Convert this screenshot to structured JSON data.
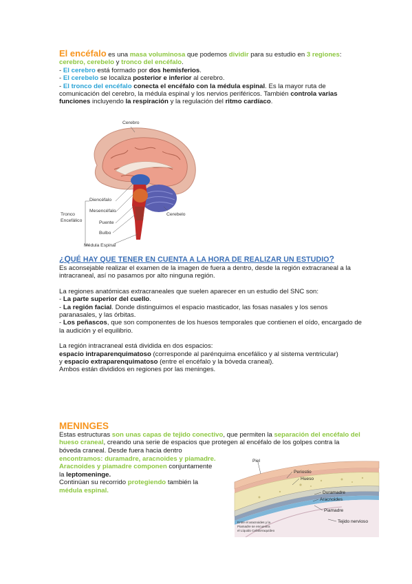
{
  "intro": {
    "title": "El encéfalo",
    "t1": " es una ",
    "masa": "masa voluminosa",
    "t2": " que podemos ",
    "dividir": "dividir",
    "t3": " para su estudio en ",
    "regiones": "3 regiones",
    "t4": ":",
    "list": "cerebro, cerebelo",
    "y": " y ",
    "tronco": "tronco del encéfalo",
    "dot": ".",
    "l1_dash": "- ",
    "l1_a": "El cerebro",
    "l1_b": " está formado por ",
    "l1_c": "dos hemisferios",
    "l1_d": ".",
    "l2_dash": "- ",
    "l2_a": "El cerebelo",
    "l2_b": " se localiza ",
    "l2_c": "posterior e inferior",
    "l2_d": " al cerebro.",
    "l3_dash": "- ",
    "l3_a": "El tronco del encéfalo",
    "l3_b": " ",
    "l3_c": "conecta el encéfalo con la médula espinal",
    "l3_d": ". Es la mayor ruta de comunicación del cerebro, la médula espinal y los nervios periféricos. También ",
    "l3_e": "controla varias funciones",
    "l3_f": " incluyendo ",
    "l3_g": "la respiración",
    "l3_h": " y la regulación del ",
    "l3_i": "ritmo cardíaco",
    "l3_j": "."
  },
  "brain_figure": {
    "labels": {
      "cerebro": "Cerebro",
      "diencefalo": "Diencéfalo",
      "mesencefalo": "Mesencéfalo",
      "puente": "Puente",
      "bulbo": "Bulbo",
      "medula": "Médula Espinal",
      "cerebelo": "Cerebelo",
      "tronco_1": "Tronco",
      "tronco_2": "Encefálico"
    }
  },
  "study": {
    "title_q": "¿",
    "title_a": "Q",
    "title_b": "UÉ HAY QUE TENER EN CUENTA A LA HORA DE REALIZAR UN ESTUDIO",
    "title_c": "?",
    "p1": "Es aconsejable realizar el examen de la imagen de fuera a dentro, desde la región extracraneal a la intracraneal, así no pasamos por alto ninguna región.",
    "p2": "La regiones anatómicas extracraneales que suelen aparecer en un estudio del SNC son:",
    "i1_dash": "- ",
    "i1_b": "La parte superior del cuello",
    "i1_e": ".",
    "i2_dash": "- ",
    "i2_b": "La región facial",
    "i2_e": ". Donde distinguimos el espacio masticador, las fosas nasales y los senos paranasales, y las órbitas.",
    "i3_dash": "- ",
    "i3_b": "Los peñascos",
    "i3_e": ", que son componentes de los huesos temporales que contienen el oído, encargado de la audición y el equilibrio.",
    "p3": "La región intracraneal está dividida en dos espacios:",
    "e1_b": "espacio intraparenquimatoso",
    "e1_e": " (corresponde al parénquima encefálico y al sistema ventricular)",
    "e2_a": "y ",
    "e2_b": "espacio extraparenquimatoso",
    "e2_e": " (entre el encéfalo y la bóveda craneal).",
    "p4": "Ambos están divididos en regiones por las meninges."
  },
  "meninges": {
    "title": "MENINGES",
    "a1": "Estas estructuras ",
    "a2": "son unas capas de tejido conectivo",
    "a3": ", que permiten la ",
    "a4": "separación del encéfalo del hueso craneal",
    "a5": ", creando una serie de espacios que protegen al encéfalo de los golpes contra la bóveda craneal. Desde fuera hacia dentro",
    "b1": "encontramos: duramadre, aracnoides y piamadre.",
    "c1": "Aracnoides y piamadre componen",
    "c2": " conjuntamente",
    "d1": "la ",
    "d2": "leptomeninge.",
    "e1": "Continúan su recorrido ",
    "e2": "protegiendo",
    "e3": " también la",
    "f1": "médula espinal."
  },
  "meninges_figure": {
    "labels": {
      "piel": "Piel",
      "periostio": "Periostio",
      "hueso": "Hueso",
      "duramadre": "Duramadre",
      "aracnoides": "Aracnoides",
      "piamadre": "Piamadre",
      "tejido": "Tejido nervioso"
    },
    "caption_1": "Entre el aracnoides y la",
    "caption_2": "Piamadre se encuentra",
    "caption_3": "el Líquido Cefalorraquídeo"
  }
}
